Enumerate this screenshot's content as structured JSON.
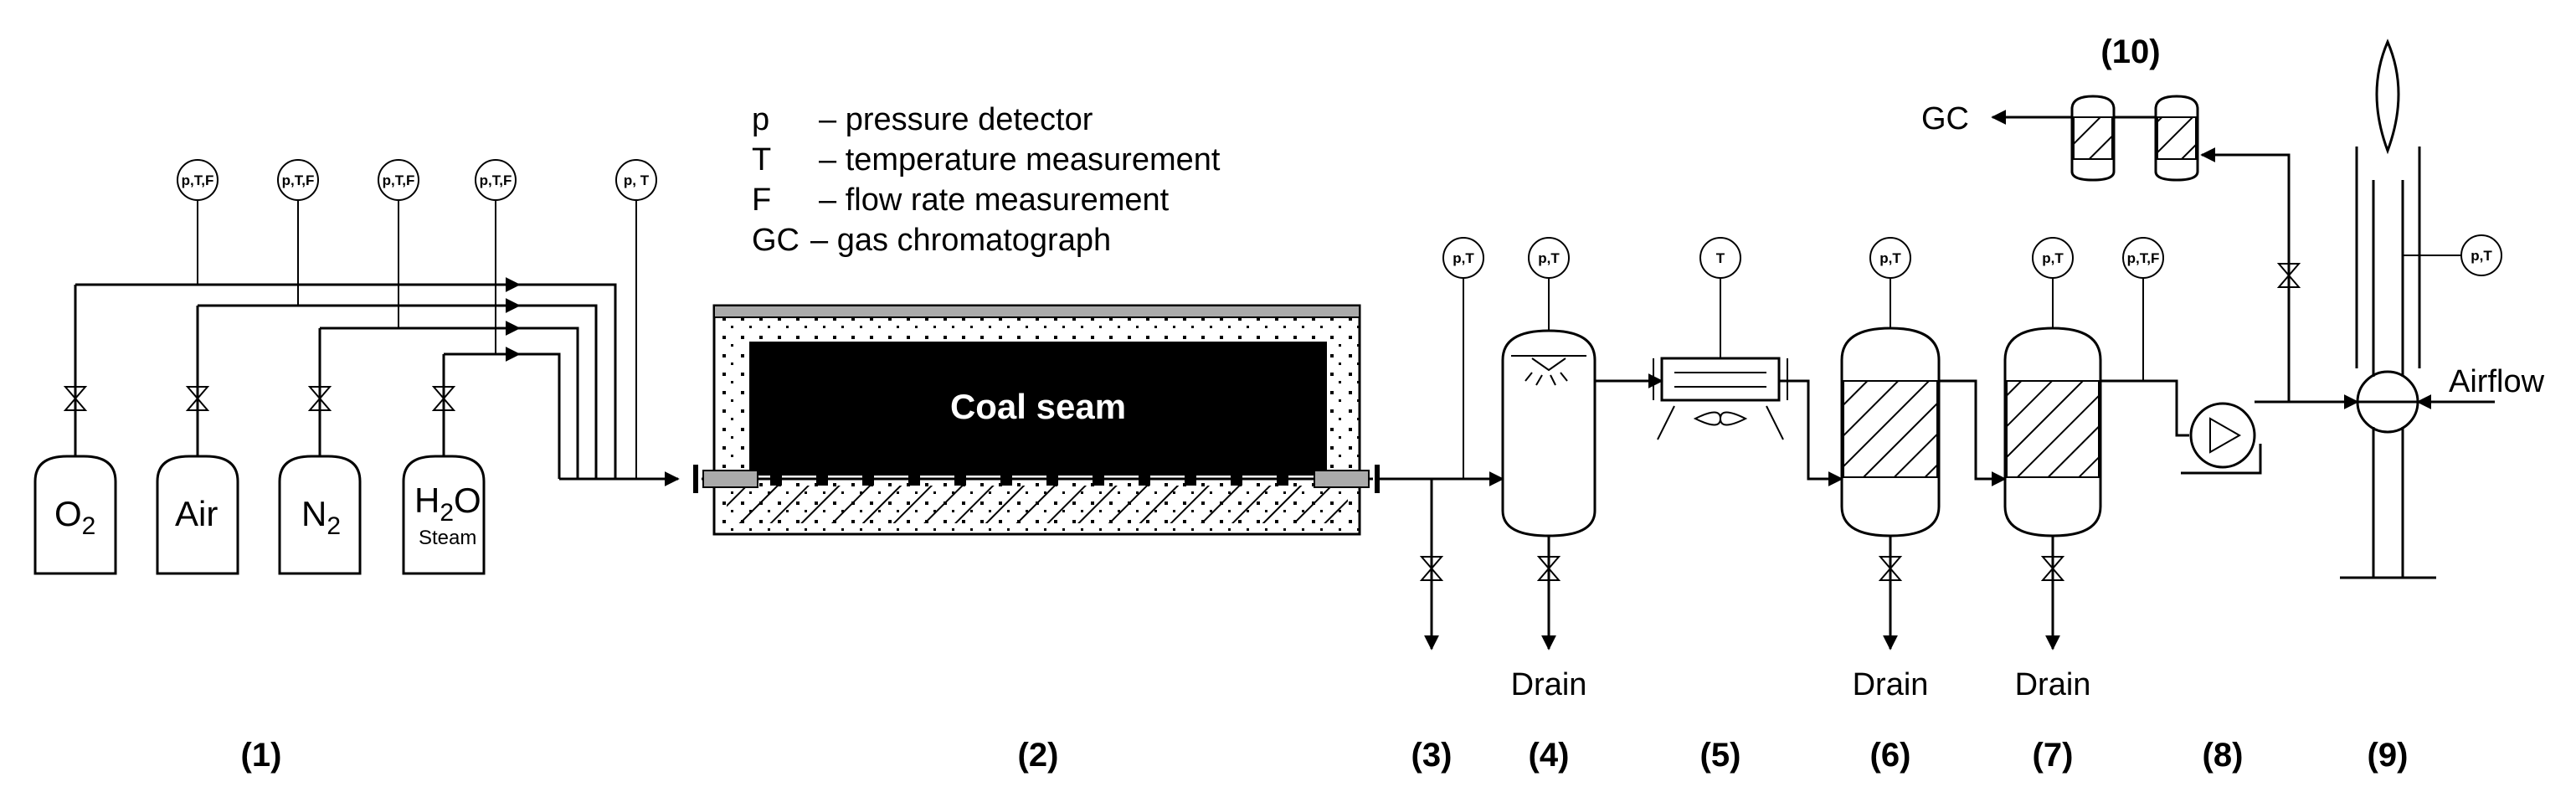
{
  "legend": {
    "p": {
      "key": "p",
      "desc": "– pressure detector"
    },
    "T": {
      "key": "T",
      "desc": "– temperature measurement"
    },
    "F": {
      "key": "F",
      "desc": "– flow rate  measurement"
    },
    "GC": {
      "key": "GC",
      "desc": "– gas chromatograph"
    }
  },
  "tanks": {
    "o2": {
      "label": "O",
      "sub": "2"
    },
    "air": {
      "label": "Air"
    },
    "n2": {
      "label": "N",
      "sub": "2"
    },
    "h2o": {
      "label": "H",
      "sub": "2",
      "after": "O",
      "note": "Steam"
    }
  },
  "instruments": {
    "o2": "p,T,F",
    "air": "p,T,F",
    "n2": "p,T,F",
    "steam": "p,T,F",
    "inlet": "p, T",
    "outlet": "p,T",
    "separator": "p,T",
    "cooler": "T",
    "column6": "p,T",
    "column7": "p,T",
    "column7_flow": "p,T,F",
    "stack": "p,T"
  },
  "reactor": {
    "label": "Coal seam"
  },
  "drains": {
    "d4": "Drain",
    "d6": "Drain",
    "d7": "Drain"
  },
  "gc": {
    "label": "GC"
  },
  "airflow": {
    "label": "Airflow"
  },
  "units": {
    "u1": "(1)",
    "u2": "(2)",
    "u3": "(3)",
    "u4": "(4)",
    "u5": "(5)",
    "u6": "(6)",
    "u7": "(7)",
    "u8": "(8)",
    "u9": "(9)",
    "u10": "(10)"
  },
  "colors": {
    "line": "#000000",
    "insulation": "#ffffff",
    "seam": "#000000",
    "cover": "#aaaaaa"
  },
  "icons": {
    "valve": "valve-icon",
    "pump": "pump-icon",
    "flame": "flame-icon",
    "fan": "fan-icon"
  }
}
